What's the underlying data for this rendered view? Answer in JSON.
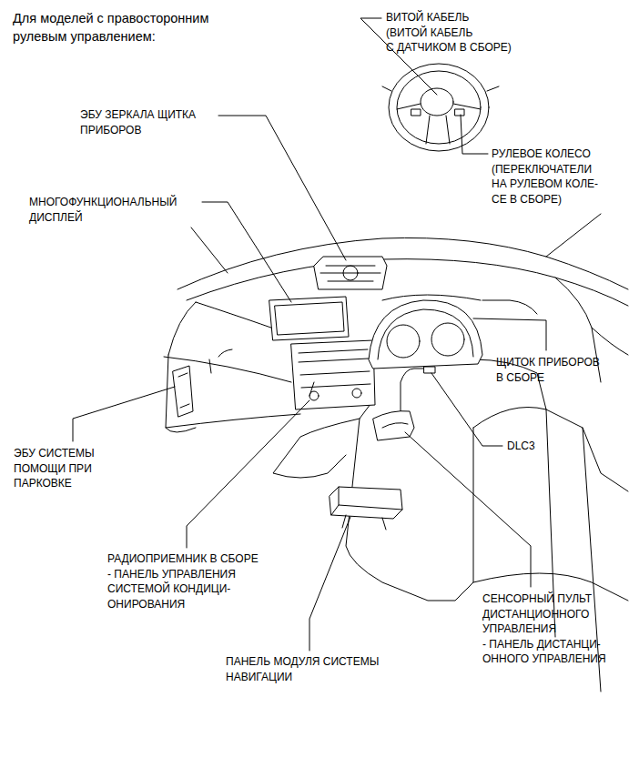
{
  "diagram": {
    "title": "Для моделей с правосторонним рулевым управлением:",
    "labels": [
      "ВИТОЙ КАБЕЛЬ (ВИТОЙ КАБЕЛЬ С ДАТЧИКОМ В СБОРЕ)",
      "ЭБУ ЗЕРКАЛА ЩИТКА ПРИБОРОВ",
      "РУЛЕВОЕ КОЛЕСО (ПЕРЕКЛЮЧАТЕЛИ НА РУЛЕВОМ КОЛЕ- СЕ В СБОРЕ)",
      "МНОГОФУНКЦИОНАЛЬНЫЙ ДИСПЛЕЙ",
      "ЩИТОК ПРИБОРОВ В СБОРЕ",
      "DLC3",
      "ЭБУ СИСТЕМЫ ПОМОЩИ ПРИ ПАРКОВКЕ",
      "РАДИОПРИЕМНИК В СБОРЕ",
      "- ПАНЕЛЬ УПРАВЛЕНИЯ СИСТЕМОЙ КОНДИЦИ- ОНИРОВАНИЯ",
      "СЕНСОРНЫЙ ПУЛЬТ ДИСТАНЦИОННОГО УПРАВЛЕНИЯ",
      "- ПАНЕЛЬ ДИСТАНЦИ- ОННОГО УПРАВЛЕНИЯ",
      "ПАНЕЛЬ МОДУЛЯ СИСТЕМЫ НАВИГАЦИИ"
    ]
  }
}
